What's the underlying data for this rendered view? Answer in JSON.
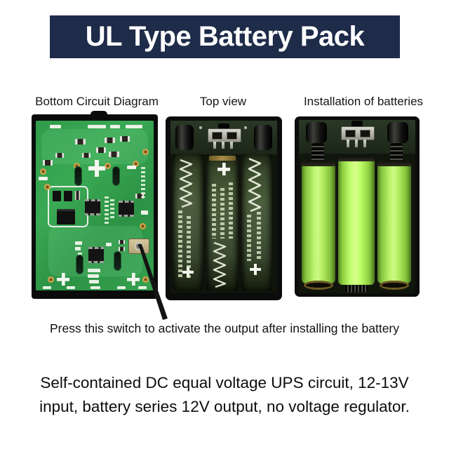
{
  "banner": {
    "title": "UL Type Battery Pack"
  },
  "panels": [
    {
      "label": "Bottom Circuit Diagram"
    },
    {
      "label": "Top view"
    },
    {
      "label": "Installation of batteries"
    }
  ],
  "annotation": {
    "text": "Press this switch to activate the output after installing the battery"
  },
  "description": {
    "lines": [
      "Self-contained DC equal voltage UPS circuit, 12-13V",
      "input, battery series 12V output, no voltage regulator."
    ]
  },
  "colors": {
    "banner_bg": "#1E2B49",
    "banner_text": "#FFFFFF",
    "pcb_green": "#2F9C49",
    "battery_green": "#B9F26A",
    "case_black": "#0C0C0C",
    "text_dark": "#111111"
  }
}
